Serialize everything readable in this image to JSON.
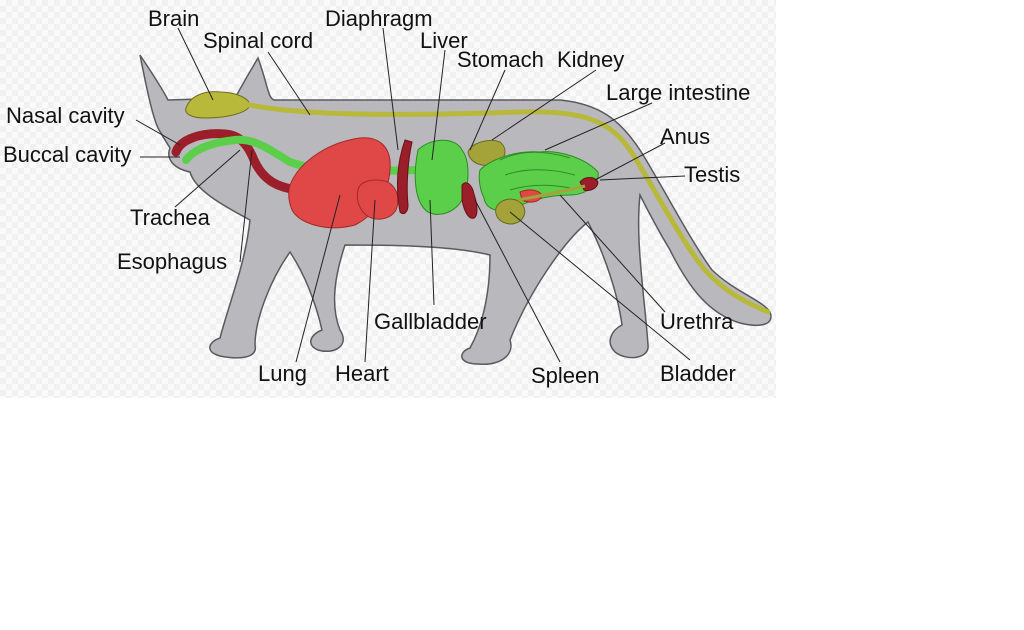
{
  "labels": {
    "brain": "Brain",
    "spinal_cord": "Spinal cord",
    "diaphragm": "Diaphragm",
    "liver": "Liver",
    "stomach": "Stomach",
    "kidney": "Kidney",
    "large_intestine": "Large intestine",
    "nasal_cavity": "Nasal cavity",
    "buccal_cavity": "Buccal cavity",
    "anus": "Anus",
    "testis": "Testis",
    "trachea": "Trachea",
    "esophagus": "Esophagus",
    "gallbladder": "Gallbladder",
    "urethra": "Urethra",
    "lung": "Lung",
    "heart": "Heart",
    "spleen": "Spleen",
    "bladder": "Bladder"
  },
  "colors": {
    "body": "#b9b9bd",
    "outline": "#5a5a5e",
    "nerve": "#b8b83a",
    "red_organ": "#e04848",
    "dark_red": "#9a1f2a",
    "green_organ": "#5ccf4a",
    "olive_organ": "#a3a33a"
  }
}
